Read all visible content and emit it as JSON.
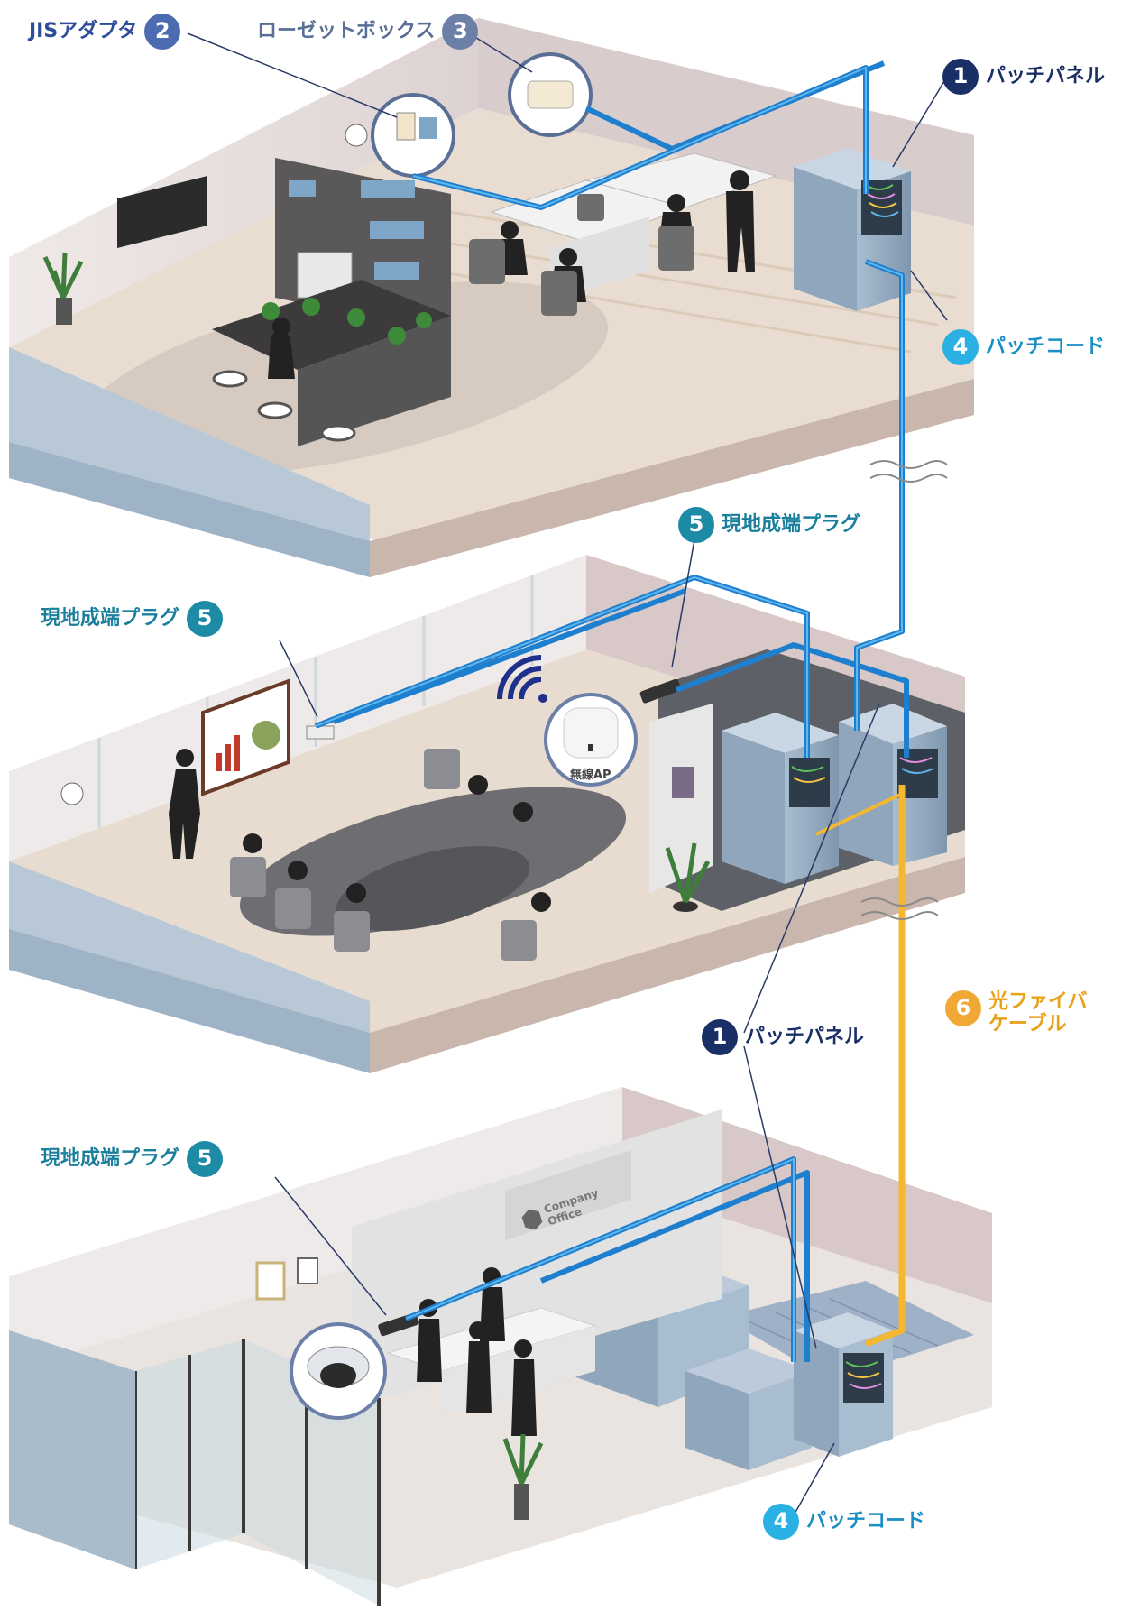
{
  "labels": {
    "jis_adapter": {
      "num": "2",
      "text": "JISアダプタ"
    },
    "rosette_box": {
      "num": "3",
      "text": "ローゼットボックス"
    },
    "patch_panel_top": {
      "num": "1",
      "text": "パッチパネル"
    },
    "patch_cord_top": {
      "num": "4",
      "text": "パッチコード"
    },
    "field_plug_mid_right": {
      "num": "5",
      "text": "現地成端プラグ"
    },
    "field_plug_mid_left": {
      "num": "5",
      "text": "現地成端プラグ"
    },
    "wireless_ap": {
      "text": "無線AP"
    },
    "fiber_cable": {
      "num": "6",
      "line1": "光ファイバ",
      "line2": "ケーブル"
    },
    "patch_panel_mid": {
      "num": "1",
      "text": "パッチパネル"
    },
    "field_plug_bottom": {
      "num": "5",
      "text": "現地成端プラグ"
    },
    "patch_cord_bottom": {
      "num": "4",
      "text": "パッチコード"
    },
    "company_sign": {
      "line1": "Company",
      "line2": "Office"
    }
  },
  "colors": {
    "lan_cable": "#1f7fcf",
    "fiber_cable": "#f4b731",
    "navy": "#1a2f66",
    "cyan": "#2bb0e3",
    "teal": "#1d8aa6",
    "orange": "#f0a935"
  }
}
